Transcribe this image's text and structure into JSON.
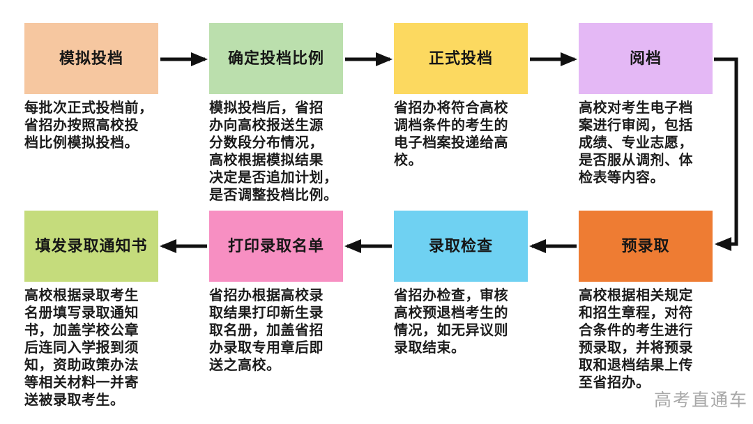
{
  "steps": [
    {
      "id": "simulate-dispatch",
      "title": "模拟投档",
      "color": "#f6c7a0",
      "desc": "每批次正式投档前，\n省招办按照高校投\n档比例模拟投档。"
    },
    {
      "id": "determine-dispatch-ratio",
      "title": "确定投档比例",
      "color": "#bbdfad",
      "desc": "模拟投档后，省招\n办向高校报送生源\n分数段分布情况，\n高校根据模拟结果\n决定是否追加计划，\n是否调整投档比例。"
    },
    {
      "id": "official-dispatch",
      "title": "正式投档",
      "color": "#fcd960",
      "desc": "省招办将符合高校\n调档条件的考生的\n电子档案投递给高\n校。"
    },
    {
      "id": "review-files",
      "title": "阅档",
      "color": "#e4b8f5",
      "desc": "高校对考生电子档\n案进行审阅，包括\n成绩、专业志愿，\n是否服从调剂、体\n检表等内容。"
    },
    {
      "id": "pre-admission",
      "title": "预录取",
      "color": "#ee7c33",
      "desc": "高校根据相关规定\n和招生章程，对符\n合条件的考生进行\n预录取，并将预录\n取和退档结果上传\n至省招办。"
    },
    {
      "id": "admission-check",
      "title": "录取检查",
      "color": "#6fd1f2",
      "desc": "省招办检查，审核\n高校预退档考生的\n情况，如无异议则\n录取结束。"
    },
    {
      "id": "print-admission-list",
      "title": "打印录取名单",
      "color": "#f78fc2",
      "desc": "省招办根据高校录\n取结果打印新生录\n取名册，加盖省招\n办录取专用章后即\n送之高校。"
    },
    {
      "id": "issue-admission-letters",
      "title": "填发录取通知书",
      "color": "#c5dc7c",
      "desc": "高校根据录取考生\n名册填写录取通知\n书，加盖学校公章\n后连同入学报到须\n知，资助政策办法\n等相关材料一并寄\n送被录取考生。"
    }
  ],
  "arrow_color": "#111111",
  "watermark": {
    "text": "高考直通车",
    "color": "#a8a8a8"
  }
}
